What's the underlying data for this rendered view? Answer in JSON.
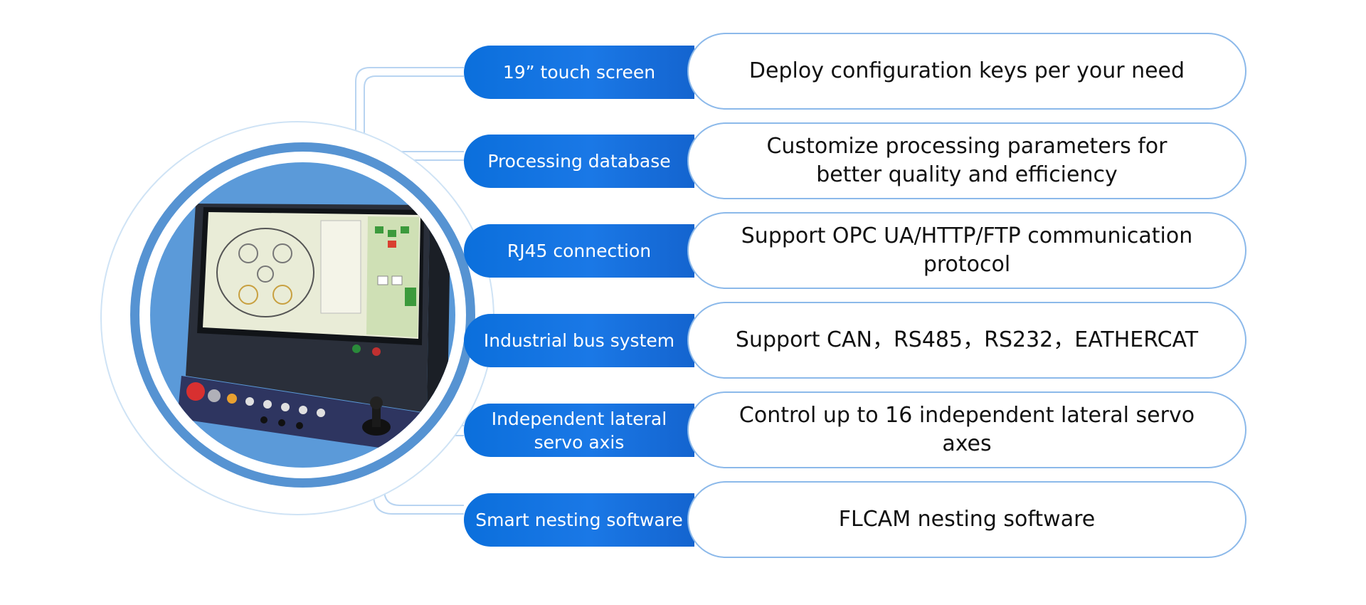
{
  "features": [
    {
      "label": "19”  touch screen",
      "description": "Deploy configuration keys per your need"
    },
    {
      "label": "Processing database",
      "description": "Customize processing parameters for better quality and efficiency"
    },
    {
      "label": "RJ45 connection",
      "description": "Support OPC UA/HTTP/FTP communication protocol"
    },
    {
      "label": "Industrial bus system",
      "description": "Support CAN，RS485，RS232，EATHERCAT"
    },
    {
      "label": "Independent lateral servo axis",
      "description": "Control up to 16 independent lateral servo axes"
    },
    {
      "label": "Smart nesting software",
      "description": "FLCAM nesting software"
    }
  ],
  "colors": {
    "label_blue": "#0b6fdc",
    "border_blue": "#8cb9ea",
    "circle_blue": "#5693d2",
    "connector_blue": "#b8d4f1"
  },
  "device": {
    "image_name": "cnc-control-panel-image"
  }
}
